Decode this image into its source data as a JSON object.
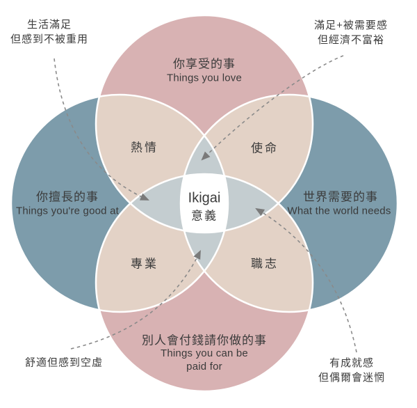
{
  "diagram": {
    "center": {
      "title_en": "Ikigai",
      "title_zh": "意義"
    },
    "circles": {
      "top": {
        "zh": "你享受的事",
        "en": "Things you love"
      },
      "left": {
        "zh": "你擅長的事",
        "en": "Things you're good at"
      },
      "right": {
        "zh": "世界需要的事",
        "en": "What the world needs"
      },
      "bottom": {
        "zh": "別人會付錢請你做的事",
        "en": "Things you can be paid for"
      }
    },
    "overlaps": {
      "passion": "熱情",
      "mission": "使命",
      "profession": "專業",
      "vocation": "職志"
    },
    "annotations": {
      "top_left": {
        "line1": "生活滿足",
        "line2": "但感到不被重用"
      },
      "top_right": {
        "line1": "滿足+被需要感",
        "line2": "但經濟不富裕"
      },
      "bottom_left": {
        "line1": "舒適但感到空虛"
      },
      "bottom_right": {
        "line1": "有成就感",
        "line2": "但偶爾會迷惘"
      }
    },
    "colors": {
      "pink_circle": "#d8b2b3",
      "blue_circle": "#7d9cab",
      "pair_overlap_beige": "#e3d2c6",
      "triple_overlap_gray": "#c4cdd0",
      "center_white": "#ffffff",
      "dash_line": "#8a8a8a",
      "arrow": "#7a7a7a",
      "text": "#3b3b3b"
    }
  }
}
